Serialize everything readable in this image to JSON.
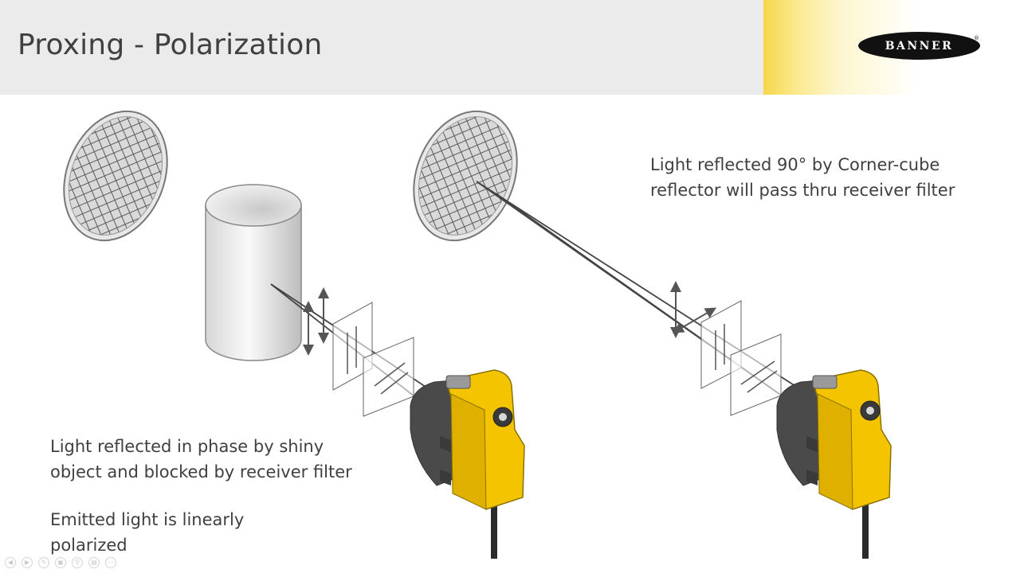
{
  "slide": {
    "title": "Proxing - Polarization",
    "logo_text": "BANNER",
    "logo_mark": "®"
  },
  "captions": {
    "right_line1": "Light reflected 90° by Corner-cube",
    "right_line2": "reflector will pass thru receiver filter",
    "left_line1": "Light reflected in phase by shiny",
    "left_line2": "object and  blocked by receiver filter",
    "emitted_line1": "Emitted light is linearly",
    "emitted_line2": "polarized"
  },
  "colors": {
    "header_bg": "#ebebeb",
    "accent_yellow": "#f6d64a",
    "sensor_yellow": "#f5c400",
    "sensor_dark": "#4a4a4a",
    "logo_black": "#111111"
  },
  "icons": {
    "controls": [
      "prev-icon",
      "next-icon",
      "pen-icon",
      "slides-icon",
      "zoom-icon",
      "subtitle-icon",
      "more-icon"
    ]
  }
}
